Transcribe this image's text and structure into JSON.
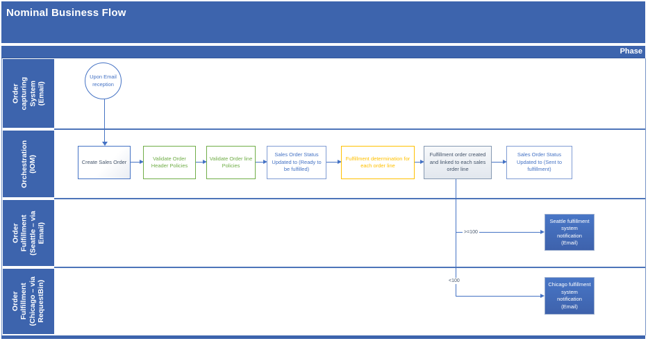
{
  "diagram": {
    "title": "Nominal Business Flow",
    "phase_label": "Phase"
  },
  "lanes": [
    {
      "label": "Order\ncapturing\nSystem (Email)"
    },
    {
      "label": "Orchestration\n(IOM)"
    },
    {
      "label": "Order\nFulfillment\n(Seattle – via\nEmail)"
    },
    {
      "label": "Order\nFulfillment\n(Chicago – via\nRequestBin)"
    }
  ],
  "nodes": {
    "start_event": "Upon Email reception",
    "create_sales_order": "Create Sales Order",
    "validate_header_policies": "Validate Order Header Policies",
    "validate_line_policies": "Validate Order line Policies",
    "status_ready": "Sales Order Status Updated to (Ready to be fulfilled)",
    "fulfillment_determination": "Fulfillment determination for each order line",
    "fulfillment_order_created": "Fulfillment order created and linked to each sales order line",
    "status_sent": "Sales Order Status Updated to (Sent to fulfillment)",
    "seattle_notification": "Seattle fulfillment\nsystem\nnotification\n(Email)",
    "chicago_notification": "Chicago fulfillment\nsystem\nnotification\n(Email)"
  },
  "connectors": {
    "seattle_condition": ">=100",
    "chicago_condition": "<100"
  },
  "colors": {
    "banner_blue": "#3D64AD",
    "accent_blue": "#4472C4",
    "light_blue_border": "#7F9BD3",
    "green": "#70AD47",
    "gold": "#FFC000",
    "slate_text": "#44546A"
  }
}
